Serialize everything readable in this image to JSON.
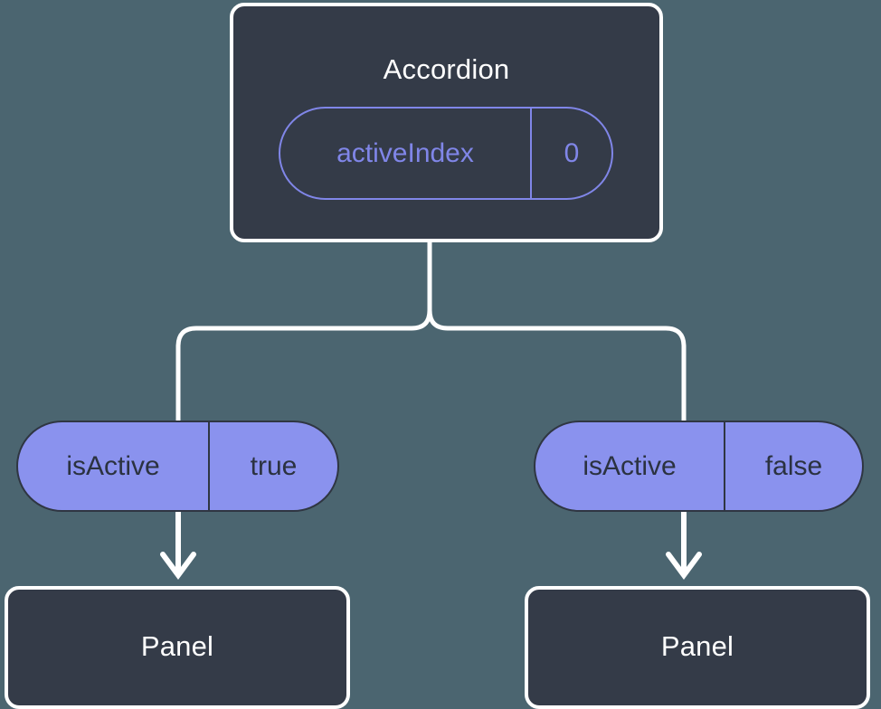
{
  "diagram": {
    "title_node": {
      "label": "Accordion",
      "state": {
        "key": "activeIndex",
        "value": "0"
      }
    },
    "branches": [
      {
        "prop": {
          "key": "isActive",
          "value": "true"
        },
        "child": {
          "label": "Panel"
        }
      },
      {
        "prop": {
          "key": "isActive",
          "value": "false"
        },
        "child": {
          "label": "Panel"
        }
      }
    ],
    "colors": {
      "background": "#4b6570",
      "node_fill": "#343b48",
      "node_border": "#ffffff",
      "node_text": "#ffffff",
      "state_accent": "#8086e8",
      "prop_fill": "#8a92ee",
      "prop_text": "#2b3240",
      "prop_border": "#2f3642",
      "edge": "#ffffff"
    }
  }
}
